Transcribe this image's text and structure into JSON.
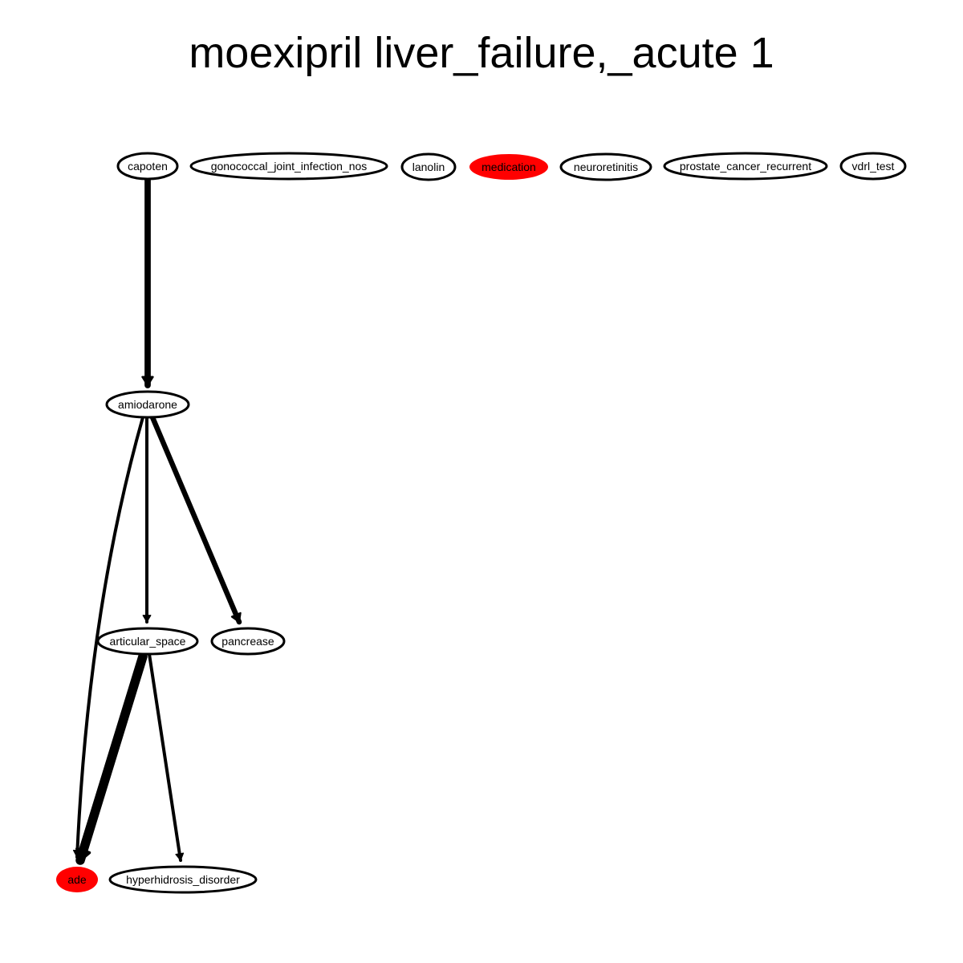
{
  "title": "moexipril liver_failure,_acute 1",
  "colors": {
    "highlight": "#ff0000",
    "normal_fill": "#ffffff",
    "stroke": "#000000"
  },
  "nodes": [
    {
      "id": "capoten",
      "label": "capoten",
      "highlight": false
    },
    {
      "id": "gonococcal_joint_infection_nos",
      "label": "gonococcal_joint_infection_nos",
      "highlight": false
    },
    {
      "id": "lanolin",
      "label": "lanolin",
      "highlight": false
    },
    {
      "id": "medication",
      "label": "medication",
      "highlight": true
    },
    {
      "id": "neuroretinitis",
      "label": "neuroretinitis",
      "highlight": false
    },
    {
      "id": "prostate_cancer_recurrent",
      "label": "prostate_cancer_recurrent",
      "highlight": false
    },
    {
      "id": "vdrl_test",
      "label": "vdrl_test",
      "highlight": false
    },
    {
      "id": "amiodarone",
      "label": "amiodarone",
      "highlight": false
    },
    {
      "id": "articular_space",
      "label": "articular_space",
      "highlight": false
    },
    {
      "id": "pancrease",
      "label": "pancrease",
      "highlight": false
    },
    {
      "id": "ade",
      "label": "ade",
      "highlight": true
    },
    {
      "id": "hyperhidrosis_disorder",
      "label": "hyperhidrosis_disorder",
      "highlight": false
    }
  ],
  "edges": [
    {
      "from": "capoten",
      "to": "amiodarone",
      "weight": 5
    },
    {
      "from": "amiodarone",
      "to": "ade",
      "weight": 2
    },
    {
      "from": "amiodarone",
      "to": "articular_space",
      "weight": 2
    },
    {
      "from": "amiodarone",
      "to": "pancrease",
      "weight": 4
    },
    {
      "from": "articular_space",
      "to": "ade",
      "weight": 8
    },
    {
      "from": "articular_space",
      "to": "hyperhidrosis_disorder",
      "weight": 2
    }
  ]
}
